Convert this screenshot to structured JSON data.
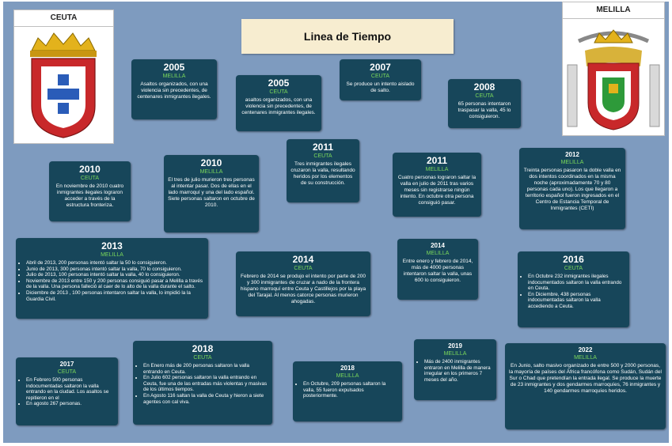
{
  "title": "Linea de Tiempo",
  "ceuta_label": "CEUTA",
  "melilla_label": "MELILLA",
  "events": [
    {
      "year": "2005",
      "city": "MELILLA",
      "text": "Asaltos organizados, con una violencia sin precedentes, de centenares inmigrantes ilegales."
    },
    {
      "year": "2005",
      "city": "CEUTA",
      "text": "asaltos organizados, con una violencia sin precedentes, de centenares inmigrantes ilegales."
    },
    {
      "year": "2007",
      "city": "CEUTA",
      "text": "Se produce un intento aislado de salto."
    },
    {
      "year": "2008",
      "city": "CEUTA",
      "text": "65 personas intentaron traspasar la valla, 45 lo consiguieron."
    },
    {
      "year": "2010",
      "city": "CEUTA",
      "text": "En noviembre de 2010 cuatro inmigrantes ilegales lograron acceder a través de la estructura fronteriza."
    },
    {
      "year": "2010",
      "city": "MELILLA",
      "text": "El tres de julio murieron tres personas al intentar pasar. Dos de ellas en el lado marroquí y una del lado español. Siete personas saltaron en octubre de 2010."
    },
    {
      "year": "2011",
      "city": "CEUTA",
      "text": "Tres inmigrantes ilegales cruzaron la valla, resultando heridos por los elementos de su construcción."
    },
    {
      "year": "2011",
      "city": "MELILLA",
      "text": "Cuatro personas lograron saltar la valla en julio de 2011 tras varios meses sin registrarse ningún intento. En octubre otra persona consiguió pasar."
    },
    {
      "year": "2012",
      "city": "MELILLA",
      "text": "Treinta personas pasaron la doble valla en dos intentos coordinados en la misma noche (aproximadamente 70 y 80 personas cada uno). Los que llegaron a territorio español fueron ingresados en el Centro de Estancia Temporal de Inmigrantes (CETI)"
    },
    {
      "year": "2013",
      "city": "MELILLA",
      "items": [
        "Abril de 2013, 200 personas intentó saltar la 50 lo consiguieron.",
        "Junio de 2013, 300 personas intentó saltar la valla, 70 lo consiguieron.",
        "Julio de 2013, 100 personas intentó saltar la valla, 40 lo consiguieron.",
        "Noviembre de 2013 entre 150 y 200 personas consiguió pasar a Melilla a través de la valla. Una persona falleció al caer de lo alto de la valla durante el salto.",
        "Diciembre de 2013 , 100 personas intentaron saltar la valla, lo impidió la la Guardia Civil."
      ]
    },
    {
      "year": "2014",
      "city": "CEUTA",
      "text": "Febrero de 2014 se produjo el intento por parte de 200 y 300 inmigrantes de cruzar a nado de la frontera hispano marroquí entre Ceuta y Castillejos por la playa del Tarajal. Al menos catorce personas murieron ahogadas."
    },
    {
      "year": "2014",
      "city": "MELILLA",
      "text": "Entre enero y febrero de 2014, más de 4000 personas intentaron saltar la valla, unas 600 lo consiguieron."
    },
    {
      "year": "2016",
      "city": "CEUTA",
      "items": [
        "En Octubre 232 inmigrantes ilegales indocumentados saltaron la valla entrando en Ceuta.",
        "En Diciembre, 438 personas indocumentadas saltaron la valla accediendo a Ceuta."
      ]
    },
    {
      "year": "2017",
      "city": "CEUTA",
      "items": [
        "En Febrero 500 personas indocumentadas saltaron la valla entrando en la ciudad. Los asaltos se repitieron en el",
        "En agosto 267 personas."
      ]
    },
    {
      "year": "2018",
      "city": "CEUTA",
      "items": [
        "En Enero más de 200 personas saltaron la valla entrando en Ceuta.",
        "En Julio 602 personas saltaron la valla entrando en Ceuta, fue una de las entradas más violentas y masivas de los últimos tiempos.",
        "En Agosto 116 saltan la valla de Ceuta y hieron a siete agentes con cal viva."
      ]
    },
    {
      "year": "2018",
      "city": "MELILLA",
      "items": [
        "En Octubre, 209 personas saltaron la valla, 55 fueron expulsados posteriormente."
      ]
    },
    {
      "year": "2019",
      "city": "MELILLA",
      "items": [
        "Más de 2400 inmigrantes entraron en Melilla de manera irregular en los primeros 7 meses del año."
      ]
    },
    {
      "year": "2022",
      "city": "MELILLA",
      "text": "En Junio, salto masivo organizado de entre 500 y 2000 personas, la mayoría de países del África francófona como Sudán, Sudán del Sur o Chad que pretendían la entrada ilegal. Se produce la muerte de 23 inmigrantes y dos gendarmes marroquíes, 76 inmigrantes y 140 gendarmes marroquíes heridos."
    }
  ]
}
